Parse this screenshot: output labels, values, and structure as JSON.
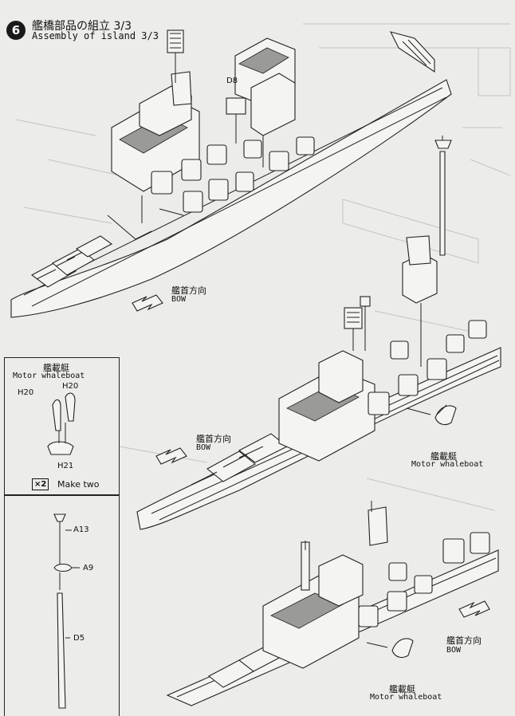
{
  "step": {
    "number": "6",
    "title_jp": "艦橋部品の組立 3/3",
    "title_en": "Assembly of island 3/3"
  },
  "part_labels": {
    "d8": "D8",
    "h20_left": "H20",
    "h20_right": "H20",
    "h21": "H21",
    "a13": "A13",
    "a9": "A9",
    "d5": "D5"
  },
  "bow_indicators": [
    {
      "jp": "艦首方向",
      "en": "BOW"
    },
    {
      "jp": "艦首方向",
      "en": "BOW"
    },
    {
      "jp": "艦首方向",
      "en": "BOW"
    }
  ],
  "whaleboat_inset": {
    "title_jp": "艦載艇",
    "title_en": "Motor whaleboat",
    "multiplier": "×2",
    "make_two": "Make two"
  },
  "whaleboat_callouts": [
    {
      "jp": "艦載艇",
      "en": "Motor whaleboat"
    },
    {
      "jp": "艦載艇",
      "en": "Motor whaleboat"
    }
  ]
}
